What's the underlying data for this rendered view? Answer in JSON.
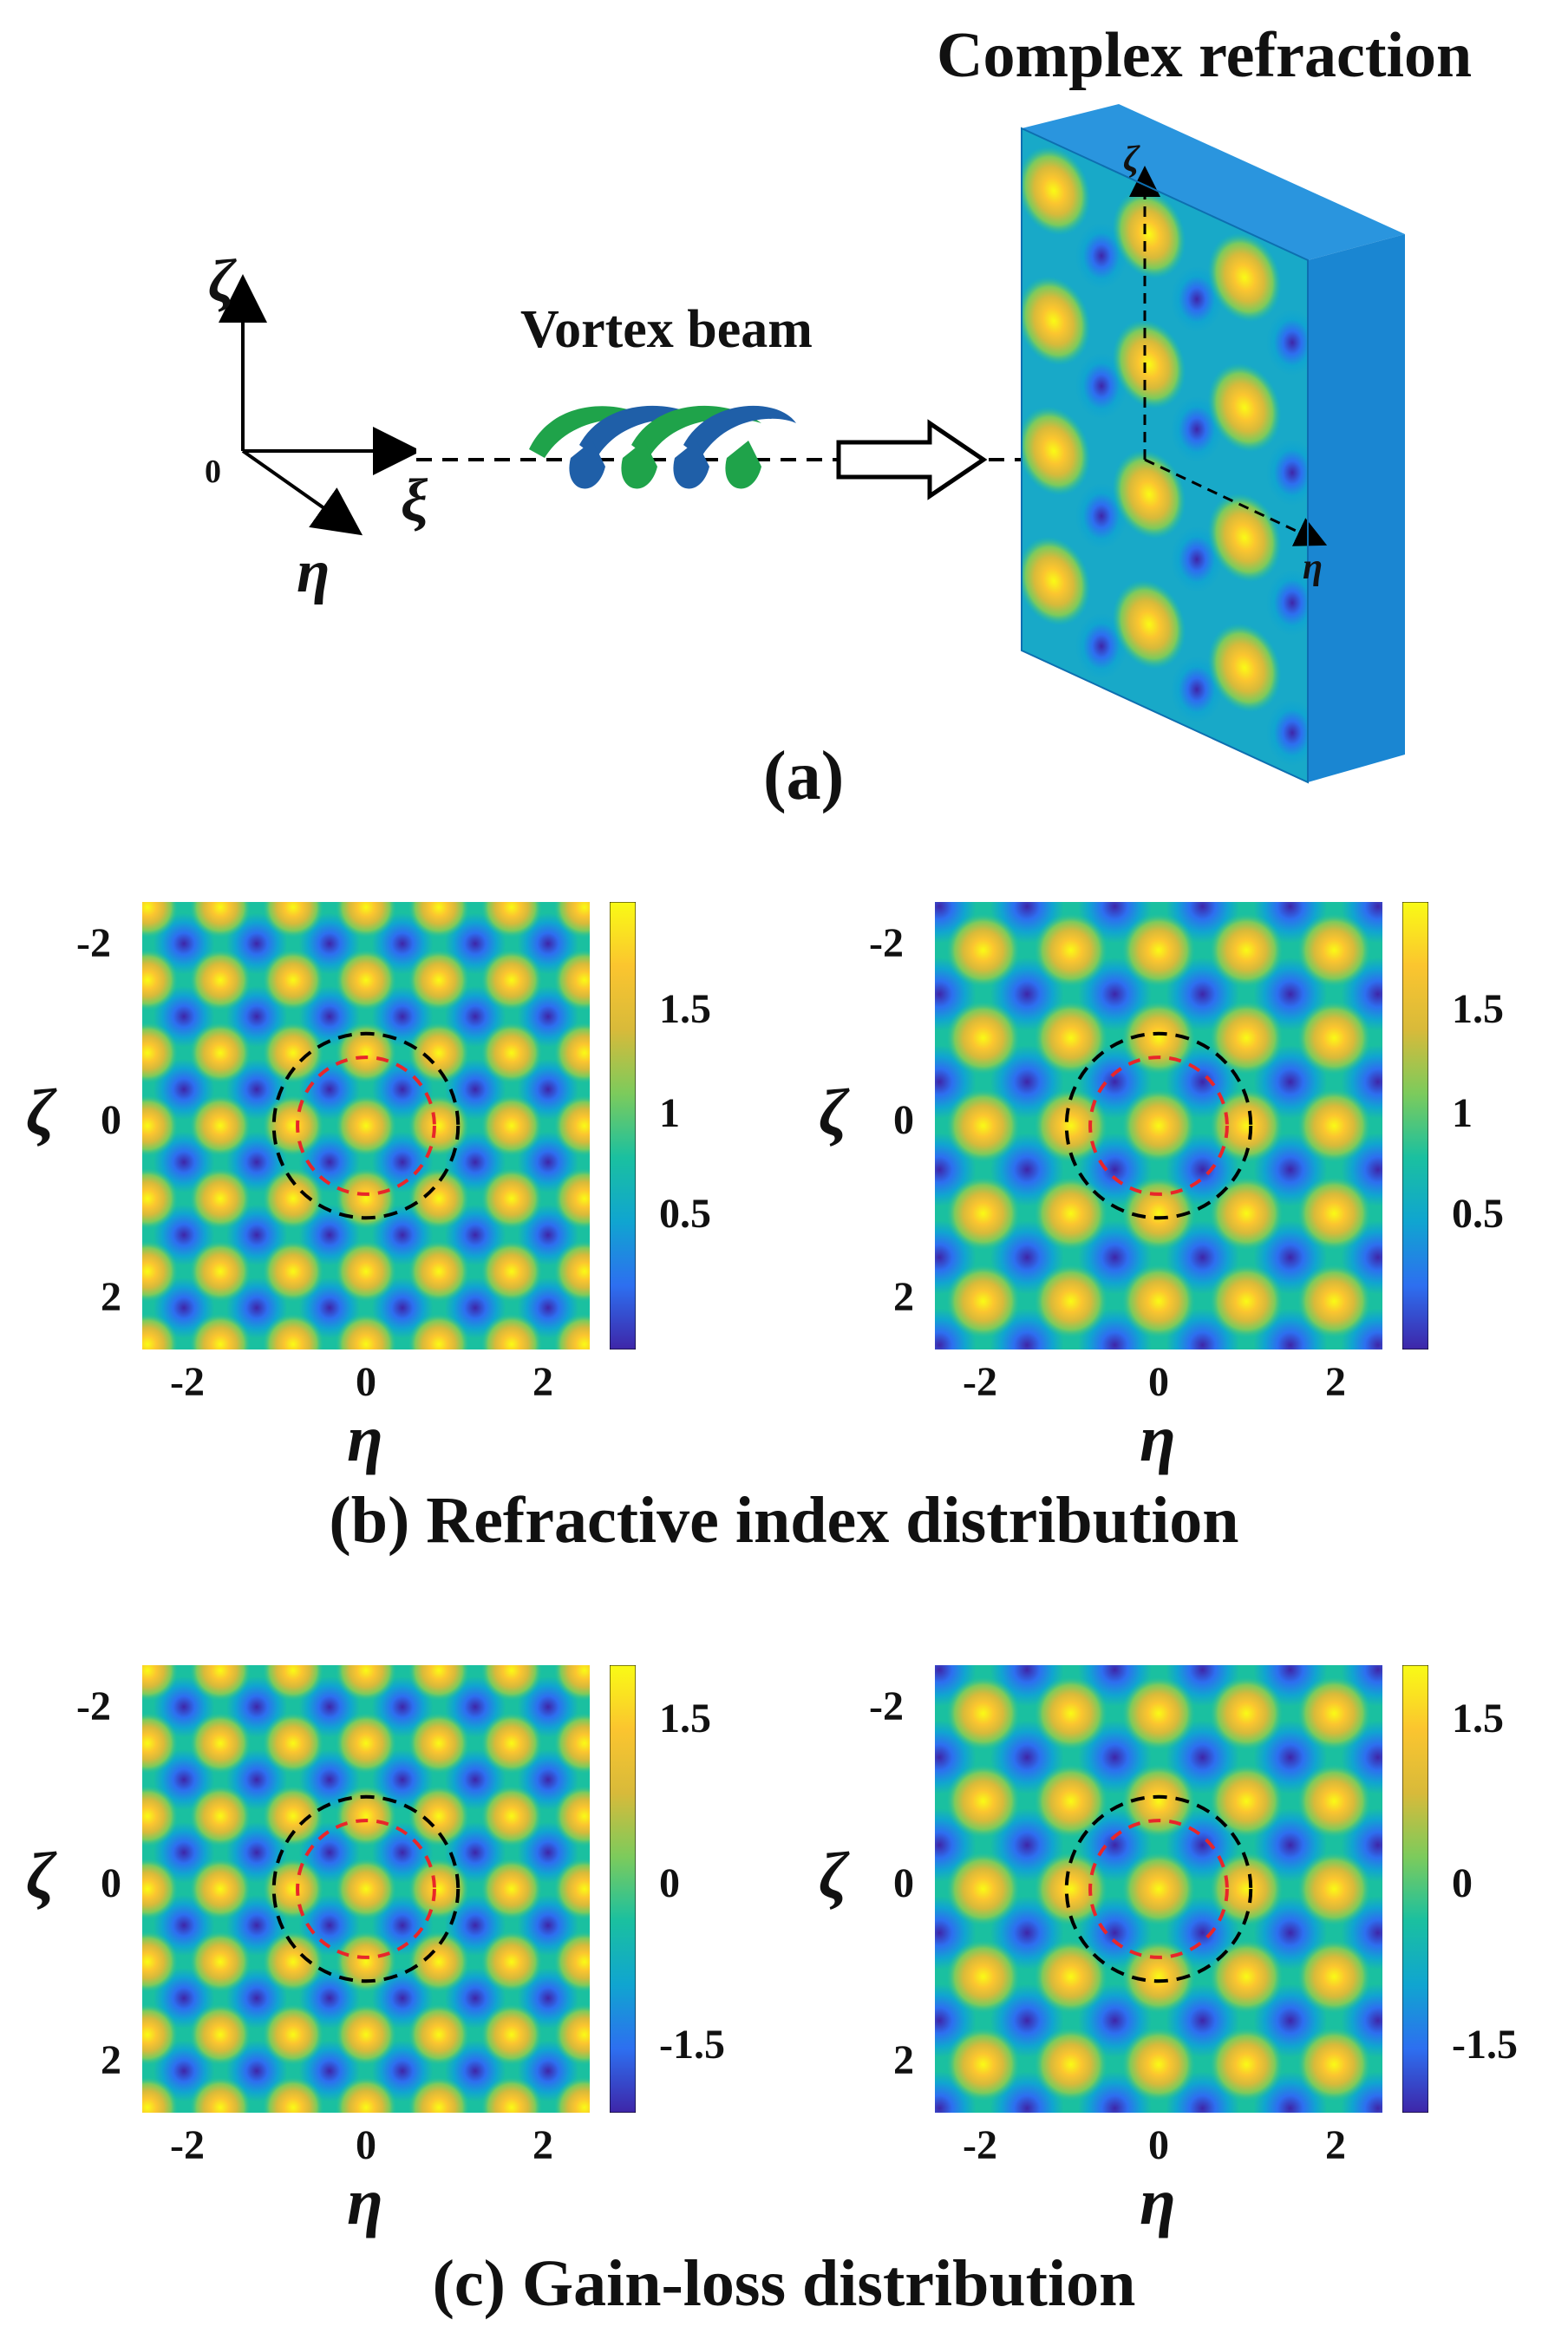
{
  "figure": {
    "panel_a": {
      "title": "Complex refraction",
      "beam_label": "Vortex beam",
      "label": "(a)",
      "axes": {
        "vertical": "ζ",
        "horizontal": "ξ",
        "depth": "η",
        "origin": "0"
      },
      "slab_axes": {
        "vertical": "ζ",
        "depth": "η"
      }
    },
    "panel_b": {
      "caption": "(b) Refractive index distribution",
      "colorbar_ticks": [
        "1.5",
        "1",
        "0.5"
      ],
      "y_ticks": [
        "-2",
        "0",
        "2"
      ],
      "x_ticks": [
        "-2",
        "0",
        "2"
      ],
      "xlabel": "η",
      "ylabel": "ζ",
      "left_lattice_period": 0.83,
      "right_lattice_period": 1.0
    },
    "panel_c": {
      "caption": "(c) Gain-loss distribution",
      "colorbar_ticks": [
        "1.5",
        "0",
        "-1.5"
      ],
      "y_ticks": [
        "-2",
        "0",
        "2"
      ],
      "x_ticks": [
        "-2",
        "0",
        "2"
      ],
      "xlabel": "η",
      "ylabel": "ζ",
      "left_lattice_period": 0.83,
      "right_lattice_period": 1.0
    },
    "colormap": [
      "#3e26a8",
      "#2d6ff0",
      "#10a5d0",
      "#1ac0a0",
      "#7ccb5c",
      "#d8ba3a",
      "#fbc52f",
      "#f9fb15"
    ],
    "circle_colors": {
      "outer": "#000000",
      "inner": "#e8262a"
    },
    "slab_color": "#1f8fd8",
    "beam_colors": [
      "#1fa34a",
      "#1f5fa8"
    ]
  }
}
